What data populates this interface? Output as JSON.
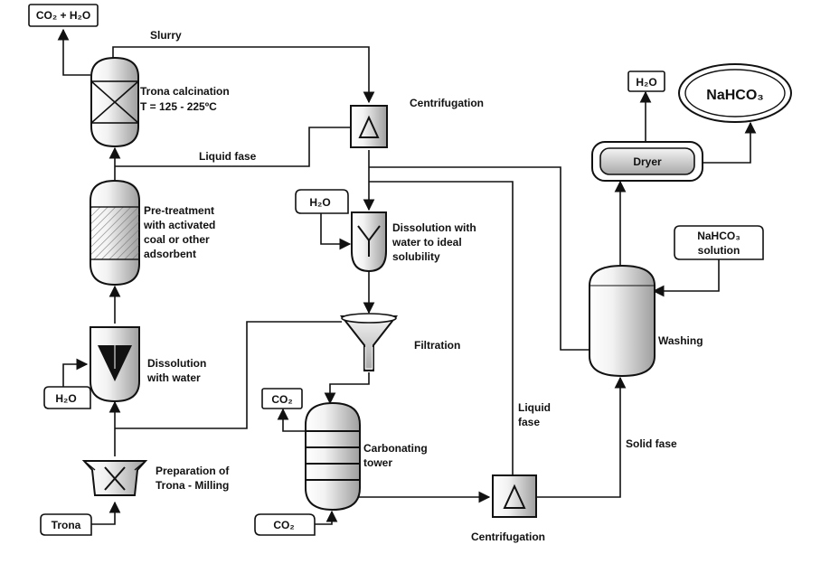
{
  "colors": {
    "vessel_light": "#ececec",
    "vessel_dark": "#a9a9a9",
    "line": "#111111"
  },
  "streams": {
    "co2_h2o_out": "CO₂ + H₂O",
    "slurry": "Slurry",
    "liquid_fase_top": "Liquid fase",
    "h2o_dissolution": "H₂O",
    "h2o_dryer_out": "H₂O",
    "nahco3_product": "NaHCO₃",
    "nahco3_solution_line1": "NaHCO₃",
    "nahco3_solution_line2": "solution",
    "h2o_feed": "H₂O",
    "trona_feed": "Trona",
    "co2_vent": "CO₂",
    "co2_feed": "CO₂",
    "liquid_fase_right_line1": "Liquid",
    "liquid_fase_right_line2": "fase",
    "solid_fase": "Solid fase"
  },
  "units": {
    "calcination": {
      "line1": "Trona calcination",
      "line2": "T = 125 - 225ºC",
      "icon": "reactor-x-icon"
    },
    "centrifugation_top": {
      "label": "Centrifugation",
      "icon": "centrifuge-icon"
    },
    "pretreatment": {
      "line1": "Pre-treatment",
      "line2": "with activated",
      "line3": "coal or other",
      "line4": "adsorbent",
      "icon": "packed-column-icon"
    },
    "dissolution_ideal": {
      "line1": "Dissolution with",
      "line2": "water to ideal",
      "line3": "solubility",
      "icon": "mixing-vessel-icon"
    },
    "filtration": {
      "label": "Filtration",
      "icon": "funnel-filter-icon"
    },
    "dissolution_water": {
      "line1": "Dissolution",
      "line2": "with water",
      "icon": "dissolution-tank-icon"
    },
    "milling": {
      "line1": "Preparation of",
      "line2": "Trona - Milling",
      "icon": "mill-icon"
    },
    "carbonating": {
      "line1": "Carbonating",
      "line2": "tower",
      "icon": "tray-column-icon"
    },
    "centrifugation_bottom": {
      "label": "Centrifugation",
      "icon": "centrifuge-icon"
    },
    "dryer": {
      "label": "Dryer",
      "icon": "dryer-icon"
    },
    "washing": {
      "label": "Washing",
      "icon": "wash-column-icon"
    }
  }
}
